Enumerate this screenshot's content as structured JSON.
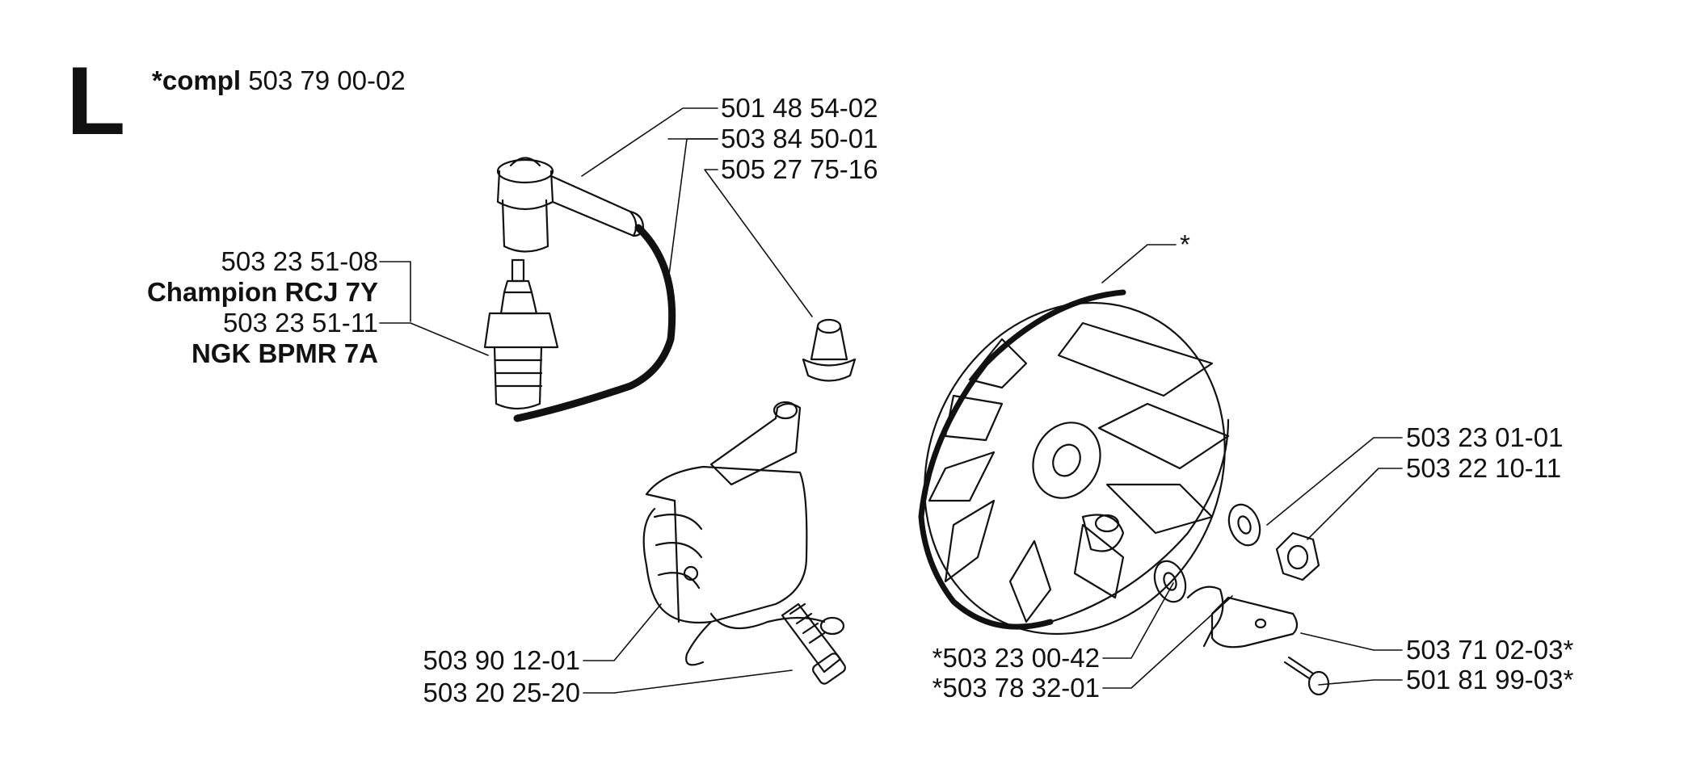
{
  "section_letter": "L",
  "compl": {
    "prefix": "*compl",
    "number": "503 79 00-02"
  },
  "labels": {
    "spark_cap": "501 48 54-02",
    "ignition_lead": "503 84 50-01",
    "nipple": "505 27 75-16",
    "plug_champion_no": "503 23 51-08",
    "plug_champion_name": "Champion RCJ 7Y",
    "plug_ngk_no": "503 23 51-11",
    "plug_ngk_name": "NGK BPMR 7A",
    "flywheel_star": "*",
    "washer": "503 23 01-01",
    "nut": "503 22 10-11",
    "module": "503 90 12-01",
    "screw": "503 20 25-20",
    "washer_small": "*503 23 00-42",
    "spring": "*503 78 32-01",
    "pawl": "503 71 02-03*",
    "pawl_screw": "501 81 99-03*"
  },
  "colors": {
    "ink": "#111111",
    "paper": "#ffffff"
  }
}
